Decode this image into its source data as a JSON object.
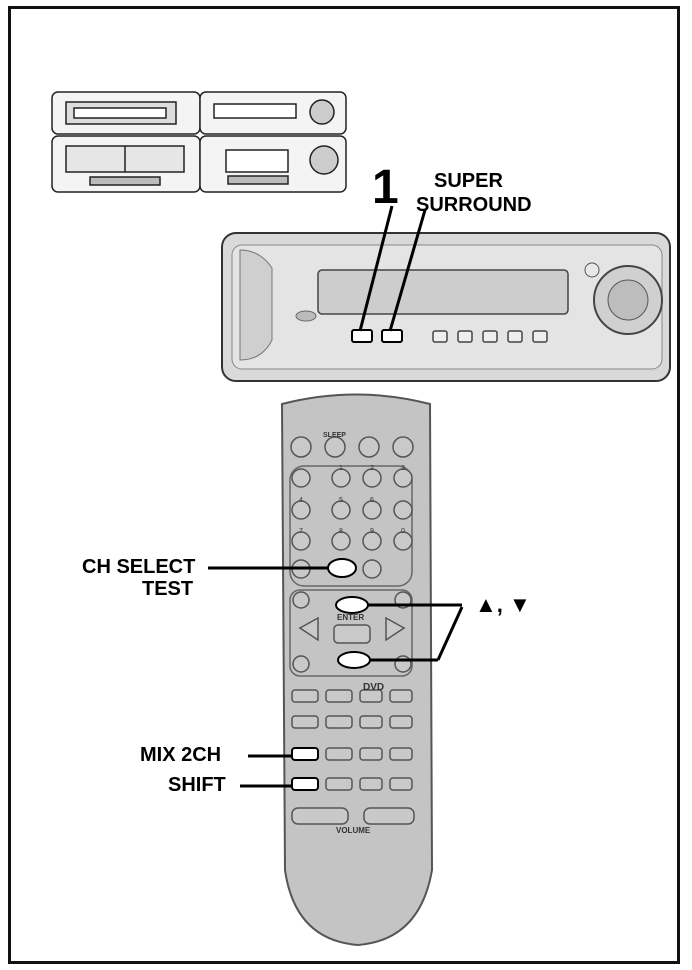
{
  "labels": {
    "button_number": "1",
    "super_surround_line1": "SUPER",
    "super_surround_line2": "SURROUND",
    "ch_select": "CH SELECT",
    "test": "TEST",
    "cursor_arrows": "▲, ▼",
    "mix_2ch": "MIX 2CH",
    "shift": "SHIFT"
  },
  "remote": {
    "volume_label": "VOLUME",
    "enter_label": "ENTER",
    "dvd_label": "DVD",
    "sleep_label": "SLEEP",
    "num_keys": [
      "1",
      "2",
      "3",
      "4",
      "5",
      "6",
      "7",
      "8",
      "9",
      "0"
    ]
  }
}
